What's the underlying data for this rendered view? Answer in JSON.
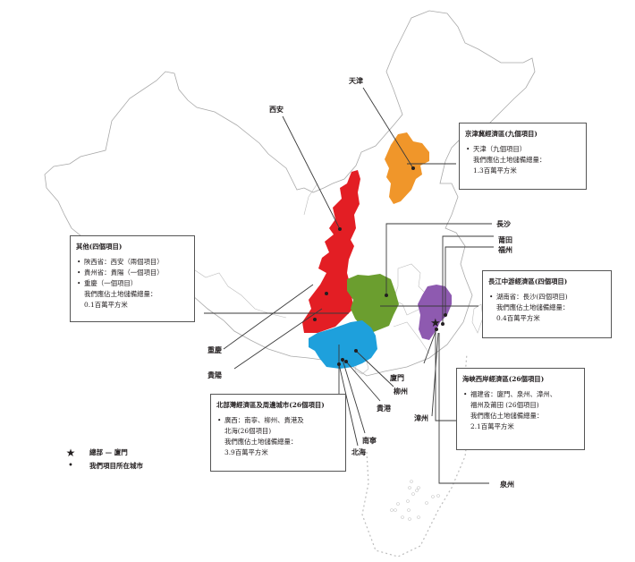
{
  "colors": {
    "beijing_tianjin_hebei": "#f0962a",
    "others": "#e31e24",
    "yangtze_middle": "#6b9e2f",
    "beibu_gulf": "#1ea0dc",
    "west_strait": "#8e5ab0",
    "border": "#a9a9a9",
    "leader": "#231f20"
  },
  "city_labels": {
    "tianjin": "天津",
    "xian": "西安",
    "changsha": "長沙",
    "putian": "莆田",
    "fuzhou": "福州",
    "chongqing": "重慶",
    "guiyang": "貴陽",
    "xiamen": "廈門",
    "liuzhou": "柳州",
    "guigang": "貴港",
    "zhangzhou": "漳州",
    "nanning": "南寧",
    "beihai": "北海",
    "quanzhou": "泉州"
  },
  "regions": {
    "jingjinji": {
      "title": "京津冀經濟區(九個項目)",
      "items": [
        "天津（九個項目）"
      ],
      "lines": [
        "我們應佔土地儲備總量：",
        "1.3百萬平方米"
      ]
    },
    "others": {
      "title": "其他(四個項目)",
      "items": [
        "陝西省：西安（兩個項目）",
        "貴州省：貴陽（一個項目）",
        "重慶（一個項目）"
      ],
      "lines": [
        "我們應佔土地儲備總量：",
        "0.1百萬平方米"
      ]
    },
    "yangtze": {
      "title": "長江中游經濟區(四個項目)",
      "items": [
        "湖南省：長沙(四個項目)"
      ],
      "lines": [
        "我們應佔土地儲備總量：",
        "0.4百萬平方米"
      ]
    },
    "west_strait": {
      "title": "海峽西岸經濟區(26個項目)",
      "items": [
        "福建省：廈門、泉州、漳州、"
      ],
      "lines": [
        "福州及莆田 (26個項目)",
        "我們應佔土地儲備總量：",
        "2.1百萬平方米"
      ]
    },
    "beibu": {
      "title": "北部灣經濟區及周邊城市(26個項目)",
      "items": [
        "廣西：南寧、柳州、貴港及"
      ],
      "lines": [
        "北海(26個項目)",
        "我們應佔土地儲備總量：",
        "3.9百萬平方米"
      ]
    }
  },
  "legend": {
    "headquarters_symbol": "★",
    "headquarters_label": "總部 — 廈門",
    "city_symbol": "•",
    "city_label": "我們項目所在城市"
  }
}
